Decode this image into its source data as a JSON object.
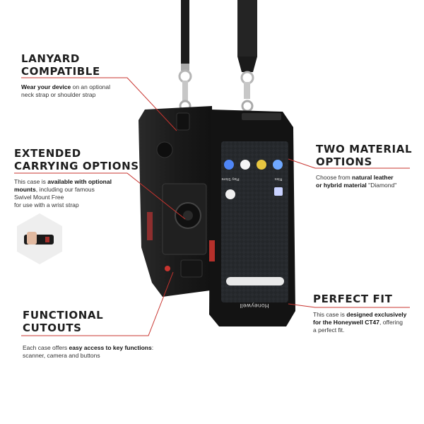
{
  "colors": {
    "accent_red": "#c8342f",
    "case_black": "#1a1a1a",
    "screen_bg": "#2b2f33",
    "background": "#ffffff"
  },
  "features": {
    "lanyard": {
      "title_line1": "LANYARD",
      "title_line2": "COMPATIBLE",
      "body_bold": "Wear your device",
      "body_rest": " on an optional",
      "body_line2": "neck strap or shoulder strap"
    },
    "carrying": {
      "title_line1": "EXTENDED",
      "title_line2": "CARRYING OPTIONS",
      "body_pre": "This case is ",
      "body_bold": "available with optional",
      "body_bold2": "mounts",
      "body_rest": ", including our famous",
      "body_line3": "Swivel Mount Free",
      "body_line4": "for use with a wrist strap"
    },
    "cutouts": {
      "title_line1": "FUNCTIONAL",
      "title_line2": "CUTOUTS",
      "body_pre": "Each case offers ",
      "body_bold": "easy access to key functions",
      "body_rest": ":",
      "body_line2": "scanner, camera and buttons"
    },
    "material": {
      "title_line1": "TWO MATERIAL",
      "title_line2": "OPTIONS",
      "body_pre": "Choose from ",
      "body_bold": "natural leather",
      "body_bold2": "or hybrid material",
      "body_rest": " \"Diamond\""
    },
    "fit": {
      "title_line1": "PERFECT FIT",
      "body_pre": "This case is ",
      "body_bold": "designed exclusively",
      "body_bold2": "for the Honeywell CT47",
      "body_rest": ", offering",
      "body_line3": "a perfect fit."
    }
  },
  "device": {
    "brand": "Honeywell",
    "app_label_1": "Play Store",
    "app_label_2": "Files"
  },
  "icons": {
    "app_icons": [
      "phone-app-icon",
      "messages-app-icon",
      "chrome-app-icon",
      "camera-app-icon",
      "photos-app-icon",
      "files-app-icon"
    ]
  }
}
